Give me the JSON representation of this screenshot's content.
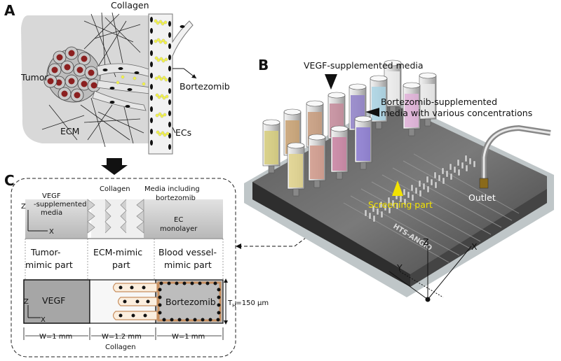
{
  "panel_labels": {
    "a": "A",
    "b": "B",
    "c": "C"
  },
  "panel_a": {
    "tumor": "Tumor",
    "ecm": "ECM",
    "collagen": "Collagen",
    "bortezomib": "Bortezomib",
    "ecs": "ECs"
  },
  "panel_b": {
    "vegf_media": "VEGF-supplemented media",
    "bortezomib_media_line1": "Bortezomib-supplemented",
    "bortezomib_media_line2": "media with various concentrations",
    "screening_part": "Screening part",
    "outlet": "Outlet",
    "chip_text": "HTS-ANGIO",
    "axis_z": "Z",
    "axis_x": "X",
    "axis_y": "Y"
  },
  "panel_c": {
    "vegf_media_line1": "VEGF",
    "vegf_media_line2": "-supplemented",
    "vegf_media_line3": "media",
    "collagen_top": "Collagen",
    "media_bortezomib_line1": "Media including",
    "media_bortezomib_line2": "bortezomib",
    "ec_line1": "EC",
    "ec_line2": "monolayer",
    "tumor_part_line1": "Tumor-",
    "tumor_part_line2": "mimic part",
    "ecm_part_line1": "ECM-mimic",
    "ecm_part_line2": "part",
    "vessel_part_line1": "Blood vessel-",
    "vessel_part_line2": "mimic part",
    "vegf_box": "VEGF",
    "bortezomib_box": "Bortezomib",
    "height": "T",
    "height_sub": "H",
    "height_value": "=150 μm",
    "w1": "W=1 mm",
    "w2": "W=1.2 mm",
    "w3": "W=1 mm",
    "collagen_bottom": "Collagen",
    "axis_z": "Z",
    "axis_x": "X"
  },
  "colors": {
    "highlight_yellow": "#f2e200",
    "tumor_cell": "#8b2020",
    "cell_outline": "#c89060",
    "vegf_gray": "#a0a0a0"
  }
}
